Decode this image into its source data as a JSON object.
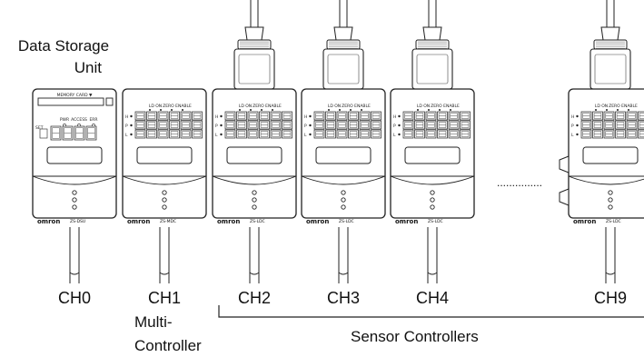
{
  "labels": {
    "data_storage": [
      "Data Storage",
      "Unit"
    ],
    "multi_controller": [
      "Multi-",
      "Controller"
    ],
    "sensor_controllers": "Sensor Controllers",
    "ellipsis": "..............."
  },
  "units": [
    {
      "channel": "CH0",
      "kind": "dsu",
      "brand": "omron",
      "model": "ZS-DSU",
      "memory_card": "MEMORY CARD ▼",
      "led_labels": [
        "PWR",
        "ACCESS",
        "ERR"
      ],
      "side_label": "SET",
      "has_cable_top": false
    },
    {
      "channel": "CH1",
      "kind": "mdc",
      "brand": "omron",
      "model": "ZS-MDC",
      "top_labels": [
        "LD ON",
        "ZERO ENABLE"
      ],
      "row_labels": [
        "H",
        "P",
        "L"
      ],
      "has_cable_top": false
    },
    {
      "channel": "CH2",
      "kind": "ldc",
      "brand": "omron",
      "model": "ZS-LDC",
      "top_labels": [
        "LD ON",
        "ZERO ENABLE"
      ],
      "row_labels": [
        "H",
        "P",
        "L"
      ],
      "has_cable_top": true
    },
    {
      "channel": "CH3",
      "kind": "ldc",
      "brand": "omron",
      "model": "ZS-LDC",
      "top_labels": [
        "LD ON",
        "ZERO ENABLE"
      ],
      "row_labels": [
        "H",
        "P",
        "L"
      ],
      "has_cable_top": true
    },
    {
      "channel": "CH4",
      "kind": "ldc",
      "brand": "omron",
      "model": "ZS-LDC",
      "top_labels": [
        "LD ON",
        "ZERO ENABLE"
      ],
      "row_labels": [
        "H",
        "P",
        "L"
      ],
      "has_cable_top": true
    },
    {
      "channel": "CH9",
      "kind": "ldc",
      "brand": "omron",
      "model": "ZS-LDC",
      "top_labels": [
        "LD ON",
        "ZERO ENABLE"
      ],
      "row_labels": [
        "H",
        "P",
        "L"
      ],
      "has_cable_top": true
    }
  ]
}
